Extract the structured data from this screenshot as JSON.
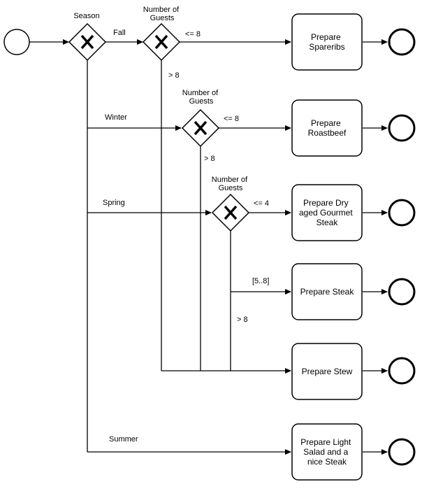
{
  "diagram": {
    "gateways": {
      "season": {
        "label": "Season"
      },
      "guests_fall": {
        "label": [
          "Number of",
          "Guests"
        ]
      },
      "guests_winter": {
        "label": [
          "Number of",
          "Guests"
        ]
      },
      "guests_spring": {
        "label": [
          "Number of",
          "Guests"
        ]
      }
    },
    "tasks": {
      "spareribs": [
        "Prepare",
        "Spareribs"
      ],
      "roastbeef": [
        "Prepare",
        "Roastbeef"
      ],
      "gourmet_steak": [
        "Prepare Dry",
        "aged Gourmet",
        "Steak"
      ],
      "steak": [
        "Prepare Steak"
      ],
      "stew": [
        "Prepare Stew"
      ],
      "salad": [
        "Prepare Light",
        "Salad and a",
        "nice Steak"
      ]
    },
    "flow_labels": {
      "fall": "Fall",
      "winter": "Winter",
      "spring": "Spring",
      "summer": "Summer",
      "fall_le8": "<= 8",
      "fall_gt8": "> 8",
      "winter_le8": "<= 8",
      "winter_gt8": "> 8",
      "spring_le4": "<= 4",
      "spring_5to8": "[5..8]",
      "spring_gt8": "> 8"
    }
  }
}
